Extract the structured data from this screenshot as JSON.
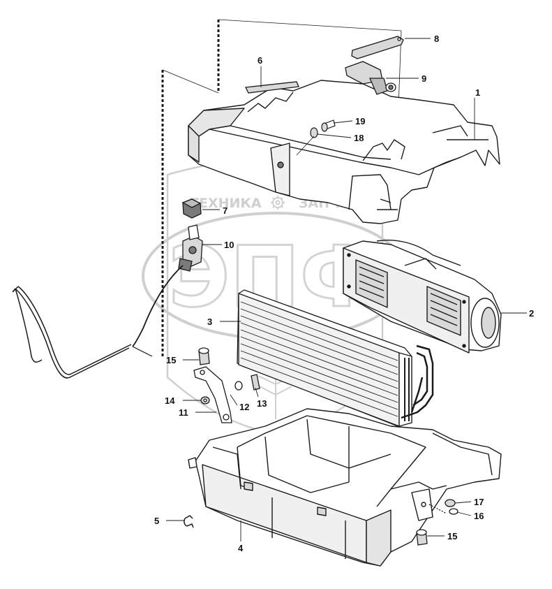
{
  "watermark": {
    "text_top_left": "ТЕХНИКА",
    "text_top_right": "ЗАПЧАСТИ",
    "logo_letters": "ЭПФ",
    "color": "#cfcfcf"
  },
  "colors": {
    "line": "#1a1a1a",
    "fill": "#ffffff",
    "shade": "#d9d9d9",
    "dark": "#7a7a7a"
  },
  "callouts": [
    {
      "id": "1",
      "label": "1"
    },
    {
      "id": "2",
      "label": "2"
    },
    {
      "id": "3",
      "label": "3"
    },
    {
      "id": "4",
      "label": "4"
    },
    {
      "id": "5",
      "label": "5"
    },
    {
      "id": "6",
      "label": "6"
    },
    {
      "id": "7",
      "label": "7"
    },
    {
      "id": "8",
      "label": "8"
    },
    {
      "id": "9",
      "label": "9"
    },
    {
      "id": "10",
      "label": "10"
    },
    {
      "id": "11",
      "label": "11"
    },
    {
      "id": "12",
      "label": "12"
    },
    {
      "id": "13",
      "label": "13"
    },
    {
      "id": "14",
      "label": "14"
    },
    {
      "id": "15a",
      "label": "15"
    },
    {
      "id": "15b",
      "label": "15"
    },
    {
      "id": "16",
      "label": "16"
    },
    {
      "id": "17",
      "label": "17"
    },
    {
      "id": "18",
      "label": "18"
    },
    {
      "id": "19",
      "label": "19"
    }
  ]
}
